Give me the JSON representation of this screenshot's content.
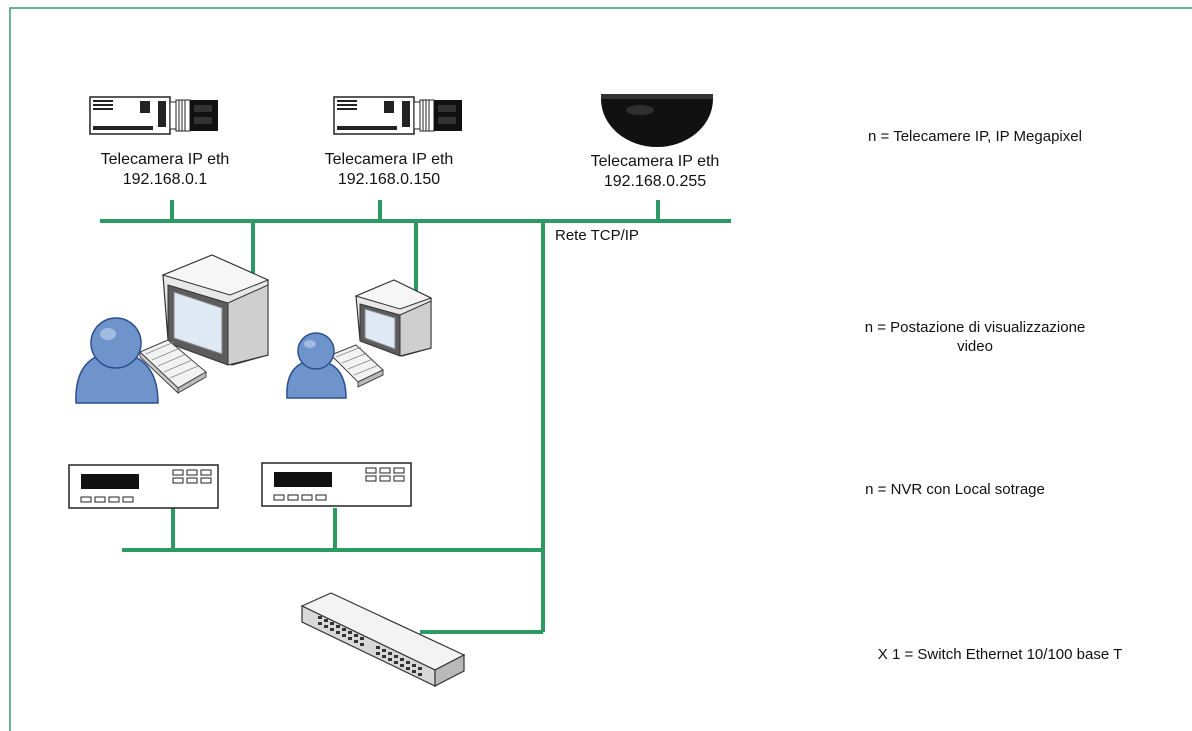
{
  "colors": {
    "frame": "#3a9a6a",
    "network": "#2e9a63",
    "person": "#6f94cc"
  },
  "cameras": [
    {
      "name": "Telecamera IP eth",
      "ip": "192.168.0.1",
      "icon": "box-camera-icon"
    },
    {
      "name": "Telecamera IP eth",
      "ip": "192.168.0.150",
      "icon": "box-camera-icon"
    },
    {
      "name": "Telecamera IP eth",
      "ip": "192.168.0.255",
      "icon": "dome-camera-icon"
    }
  ],
  "network_label": "Rete TCP/IP",
  "legend": {
    "cameras": "n  = Telecamere IP, IP Megapixel",
    "workstations_line1": "n =  Postazione di visualizzazione",
    "workstations_line2": "video",
    "nvr": "n =  NVR con Local sotrage",
    "switch": "X 1 =  Switch Ethernet 10/100 base T"
  }
}
